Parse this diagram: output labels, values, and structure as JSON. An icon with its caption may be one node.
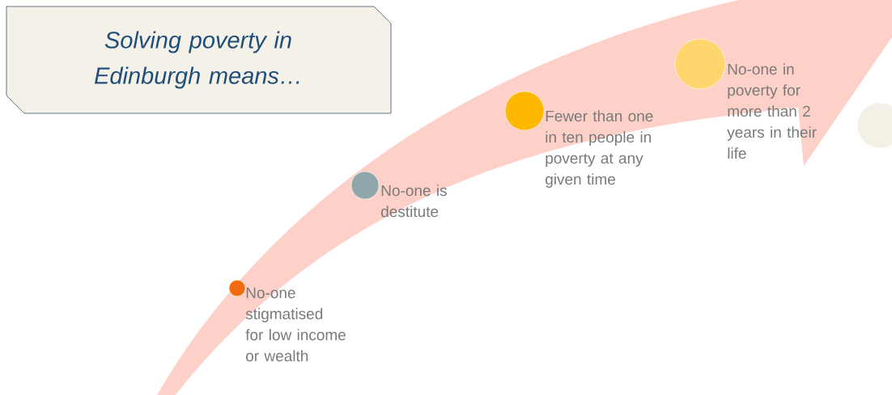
{
  "diagram": {
    "nodes": [
      {
        "text": [
          "Solving poverty in Edinburgh means…"
        ]
      },
      {
        "text": [],
        "shape": "circle",
        "beside": [
          "No-one stigmatised for low income or wealth"
        ]
      },
      {
        "text": [],
        "shape": "circle",
        "beside": [
          "No-one is destitute"
        ]
      },
      {
        "text": [],
        "shape": "circle",
        "beside": [
          "Fewer than one in ten people in poverty at any given time"
        ]
      },
      {
        "text": [],
        "shape": "circle",
        "beside": [
          "No-one in poverty for more than 2 years in their life"
        ]
      },
      {
        "text": [],
        "shape": "circle"
      }
    ]
  }
}
